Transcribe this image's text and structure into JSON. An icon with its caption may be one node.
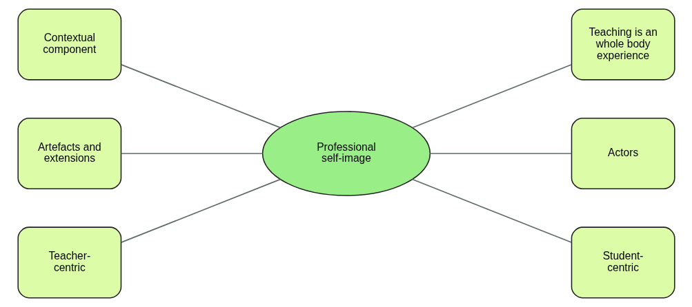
{
  "diagram": {
    "nodes": [
      {
        "text": [
          "Professional self-image"
        ]
      },
      {
        "text": [
          "Contextual component"
        ]
      },
      {
        "text": [
          "Artefacts and extensions"
        ]
      },
      {
        "text": [
          "Teacher-centric"
        ]
      },
      {
        "text": [
          "Teaching is an whole body experience"
        ]
      },
      {
        "text": [
          "Actors"
        ]
      },
      {
        "text": [
          "Student-centric"
        ]
      }
    ],
    "edges": [
      {
        "from": 1,
        "to": 0,
        "arrow": "none"
      },
      {
        "from": 2,
        "to": 0,
        "arrow": "none"
      },
      {
        "from": 3,
        "to": 0,
        "arrow": "none"
      },
      {
        "from": 0,
        "to": 4,
        "arrow": "none"
      },
      {
        "from": 0,
        "to": 5,
        "arrow": "none"
      },
      {
        "from": 0,
        "to": 6,
        "arrow": "none"
      }
    ]
  }
}
